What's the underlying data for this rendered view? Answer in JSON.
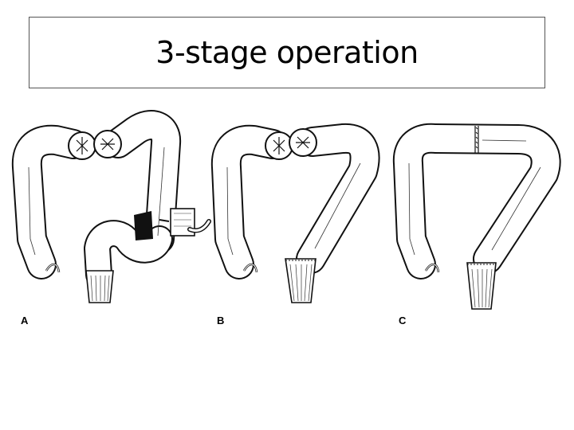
{
  "title": "3-stage operation",
  "panels": [
    {
      "label": "A"
    },
    {
      "label": "B"
    },
    {
      "label": "C"
    }
  ]
}
